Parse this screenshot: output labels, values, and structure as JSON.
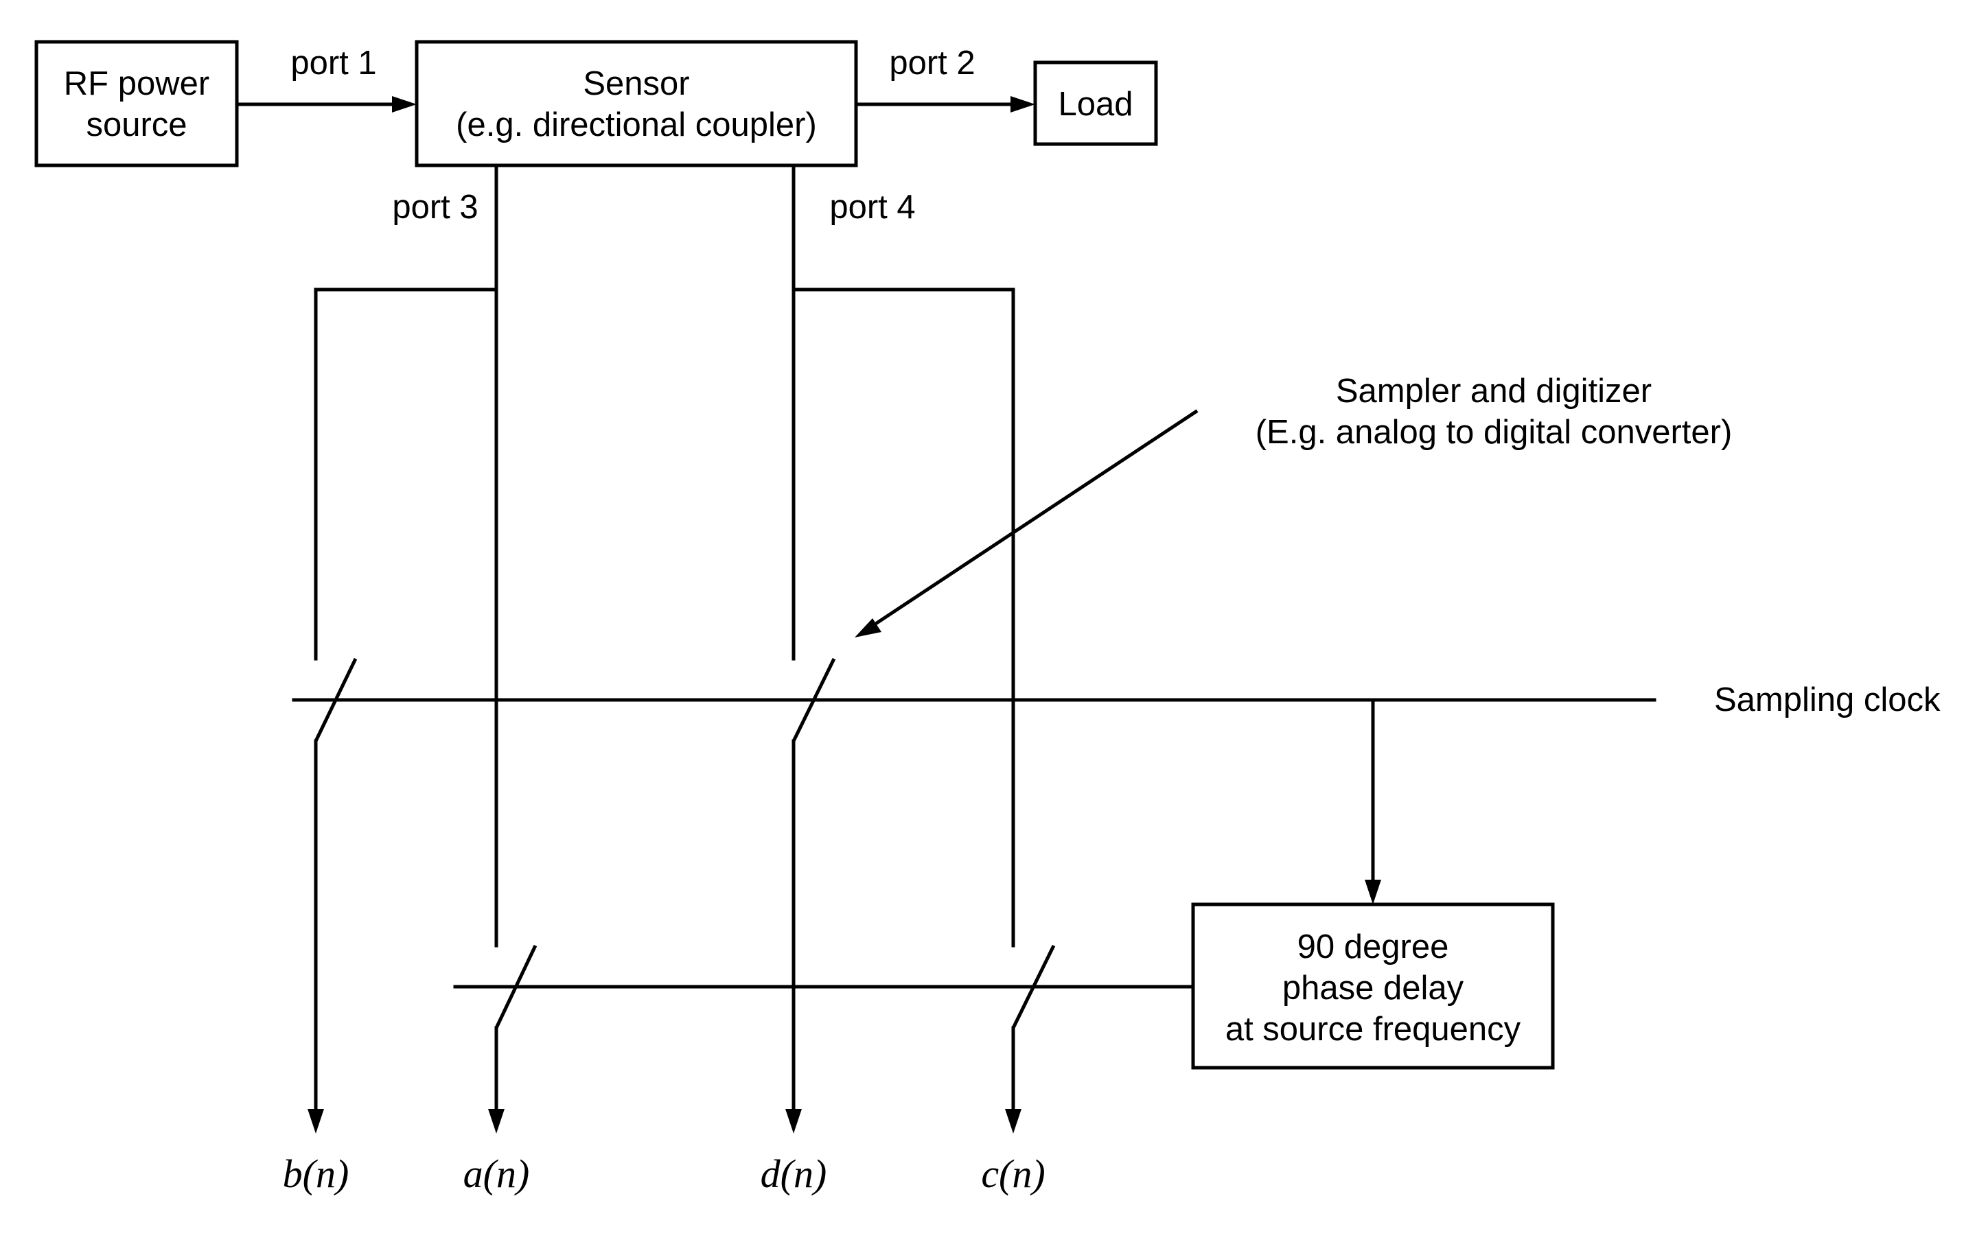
{
  "blocks": {
    "rf_source": {
      "line1": "RF power",
      "line2": "source"
    },
    "sensor": {
      "line1": "Sensor",
      "line2": "(e.g. directional coupler)"
    },
    "load": {
      "label": "Load"
    },
    "phase_delay": {
      "line1": "90 degree",
      "line2": "phase delay",
      "line3": "at source frequency"
    }
  },
  "ports": {
    "port1": "port 1",
    "port2": "port 2",
    "port3": "port 3",
    "port4": "port 4"
  },
  "annotations": {
    "sampler_line1": "Sampler and digitizer",
    "sampler_line2": "(E.g. analog to digital converter)",
    "sampling_clock": "Sampling clock"
  },
  "outputs": {
    "b": "b(n)",
    "a": "a(n)",
    "d": "d(n)",
    "c": "c(n)"
  }
}
